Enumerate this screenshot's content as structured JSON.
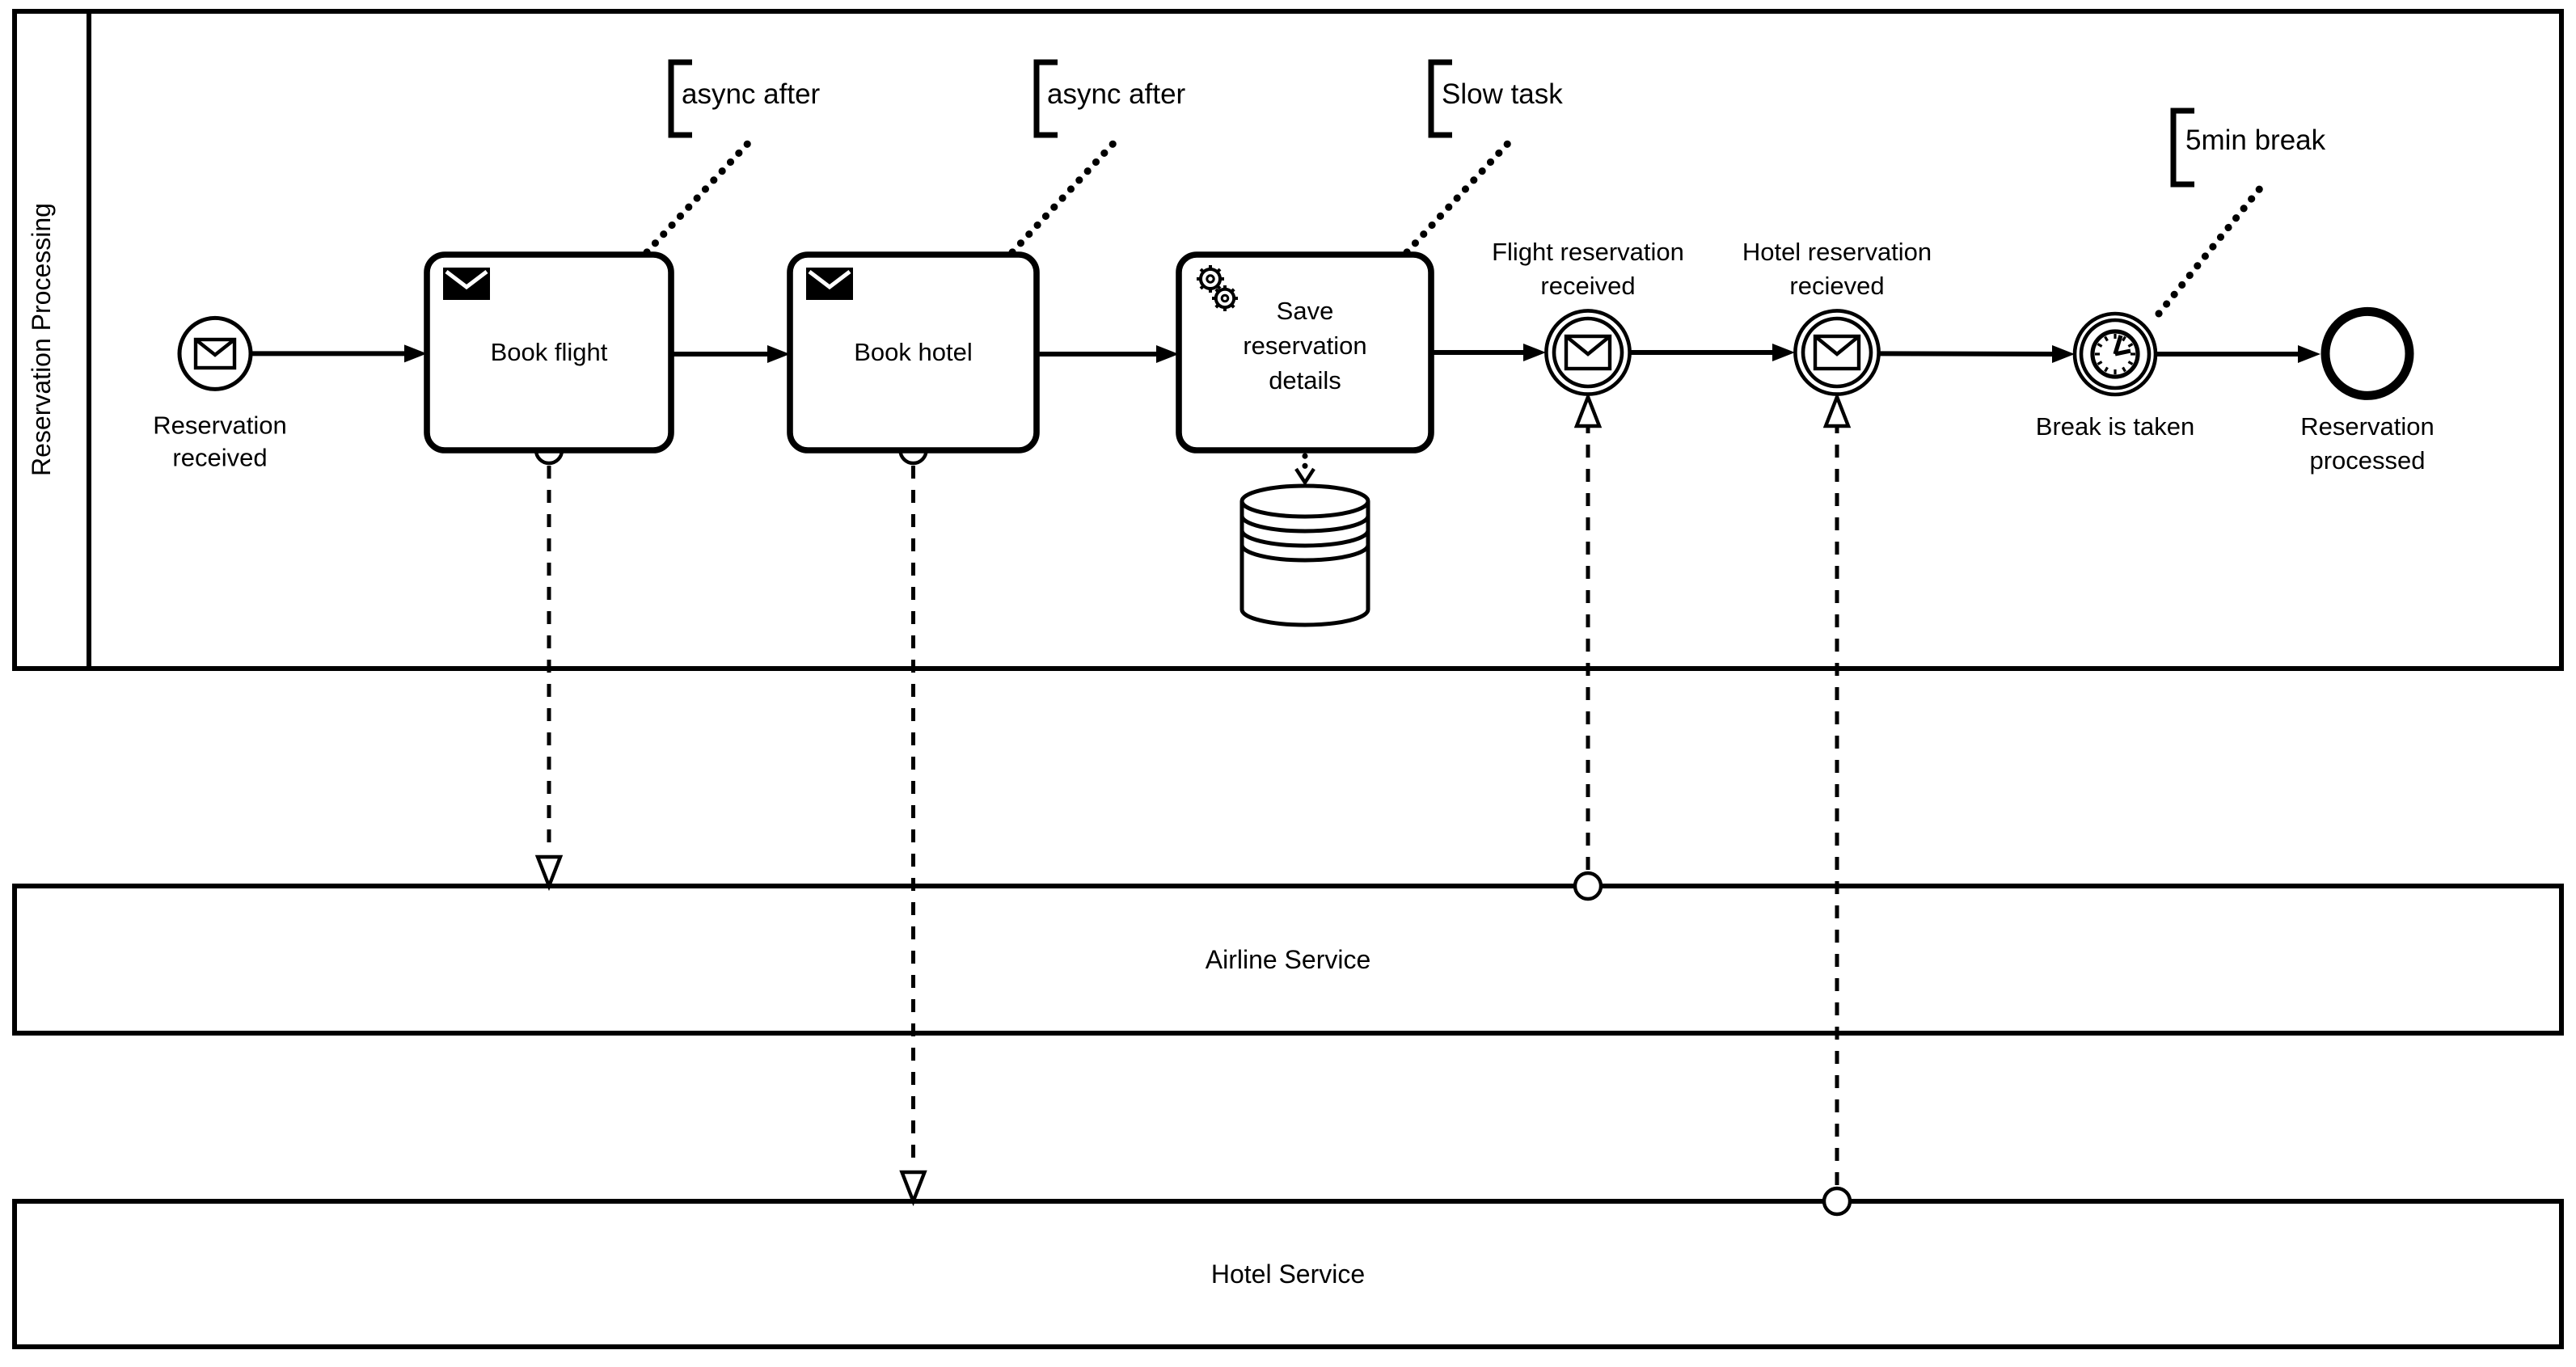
{
  "pools": {
    "main": "Reservation Processing",
    "airline": "Airline Service",
    "hotel": "Hotel Service"
  },
  "nodes": {
    "start": {
      "line1": "Reservation",
      "line2": "received"
    },
    "book_flight": {
      "label": "Book flight"
    },
    "book_hotel": {
      "label": "Book hotel"
    },
    "save_details": {
      "line1": "Save",
      "line2": "reservation",
      "line3": "details"
    },
    "flight_received": {
      "line1": "Flight reservation",
      "line2": "received"
    },
    "hotel_received": {
      "line1": "Hotel reservation",
      "line2": "recieved"
    },
    "timer": {
      "label": "Break is taken"
    },
    "end": {
      "line1": "Reservation",
      "line2": "processed"
    }
  },
  "annotations": {
    "a1": "async after",
    "a2": "async after",
    "a3": "Slow task",
    "a4": "5min break"
  },
  "icons": {
    "start_event": "message-envelope-icon",
    "book_flight_marker": "message-envelope-icon",
    "book_hotel_marker": "message-envelope-icon",
    "save_details_marker": "service-gears-icon",
    "flight_received": "message-envelope-icon",
    "hotel_received": "message-envelope-icon",
    "timer": "timer-clock-icon",
    "datastore": "database-cylinder-icon"
  },
  "colors": {
    "stroke": "#000000",
    "background": "#ffffff"
  }
}
